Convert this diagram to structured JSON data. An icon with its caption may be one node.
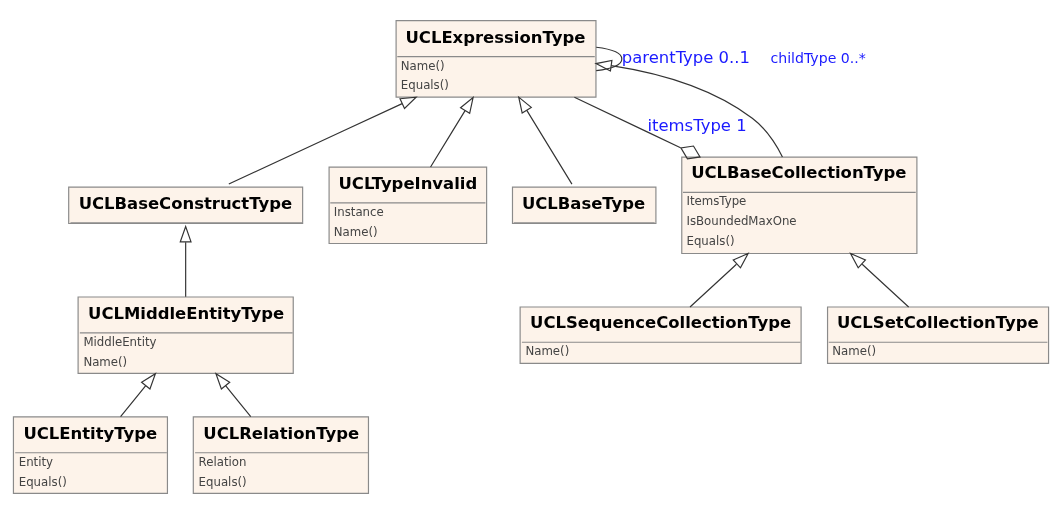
{
  "diagram": {
    "nodes": [
      {
        "text": [
          "UCLExpressionType",
          "Name()",
          "Equals()"
        ]
      },
      {
        "text": [
          "UCLBaseConstructType"
        ]
      },
      {
        "text": [
          "UCLTypeInvalid",
          "Instance",
          "Name()"
        ]
      },
      {
        "text": [
          "UCLBaseType"
        ]
      },
      {
        "text": [
          "UCLBaseCollectionType",
          "ItemsType",
          "IsBoundedMaxOne",
          "Equals()"
        ]
      },
      {
        "text": [
          "UCLMiddleEntityType",
          "MiddleEntity",
          "Name()"
        ]
      },
      {
        "text": [
          "UCLEntityType",
          "Entity",
          "Equals()"
        ]
      },
      {
        "text": [
          "UCLRelationType",
          "Relation",
          "Equals()"
        ]
      },
      {
        "text": [
          "UCLSequenceCollectionType",
          "Name()"
        ]
      },
      {
        "text": [
          "UCLSetCollectionType",
          "Name()"
        ]
      }
    ],
    "edges": [
      {
        "from": 0,
        "to": 0,
        "arrow": "none",
        "label": "parentType 0..1"
      },
      {
        "from": 4,
        "to": 0,
        "arrow": "other",
        "label": "itemsType 1"
      },
      {
        "from": 1,
        "to": 0,
        "arrow": "to"
      },
      {
        "from": 2,
        "to": 0,
        "arrow": "to"
      },
      {
        "from": 3,
        "to": 0,
        "arrow": "to"
      },
      {
        "from": 4,
        "to": 0,
        "arrow": "to"
      },
      {
        "from": 5,
        "to": 1,
        "arrow": "to"
      },
      {
        "from": 6,
        "to": 5,
        "arrow": "to"
      },
      {
        "from": 7,
        "to": 5,
        "arrow": "to"
      },
      {
        "from": 8,
        "to": 4,
        "arrow": "to"
      },
      {
        "from": 9,
        "to": 4,
        "arrow": "to"
      }
    ],
    "labels": [
      "childType 0..*"
    ]
  }
}
